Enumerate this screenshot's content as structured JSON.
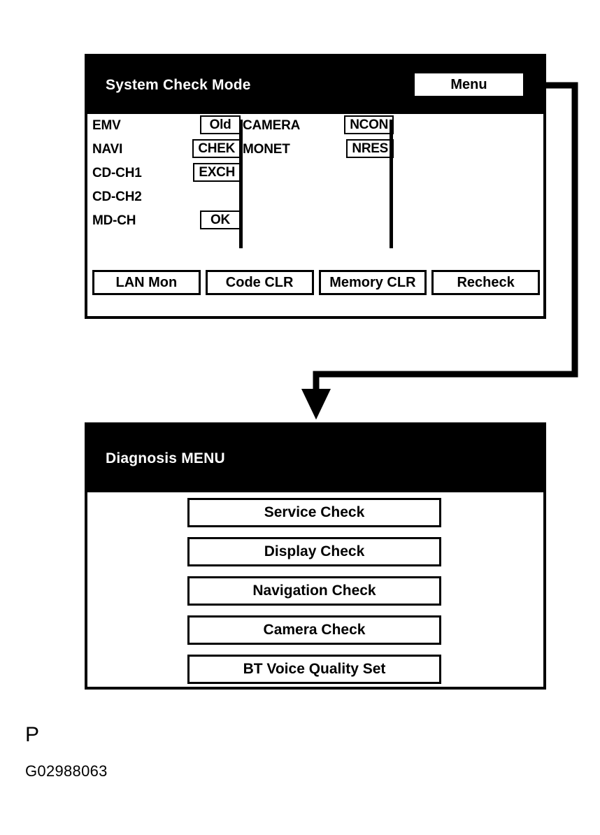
{
  "system_check": {
    "title": "System Check Mode",
    "menu_button_label": "Menu",
    "columns": [
      {
        "name": "left",
        "rows": [
          {
            "label": "EMV",
            "status": "Old"
          },
          {
            "label": "NAVI",
            "status": "CHEK"
          },
          {
            "label": "CD-CH1",
            "status": "EXCH"
          },
          {
            "label": "CD-CH2",
            "status": ""
          },
          {
            "label": "MD-CH",
            "status": "OK"
          }
        ]
      },
      {
        "name": "right",
        "rows": [
          {
            "label": "CAMERA",
            "status": "NCON"
          },
          {
            "label": "MONET",
            "status": "NRES"
          },
          {
            "label": "",
            "status": ""
          },
          {
            "label": "",
            "status": ""
          },
          {
            "label": "",
            "status": ""
          }
        ]
      }
    ],
    "actions": [
      {
        "label": "LAN Mon"
      },
      {
        "label": "Code CLR"
      },
      {
        "label": "Memory CLR"
      },
      {
        "label": "Recheck"
      }
    ]
  },
  "diagnosis": {
    "title": "Diagnosis MENU",
    "items": [
      {
        "label": "Service Check"
      },
      {
        "label": "Display Check"
      },
      {
        "label": "Navigation Check"
      },
      {
        "label": "Camera Check"
      },
      {
        "label": "BT Voice Quality Set"
      }
    ]
  },
  "caption": {
    "marker": "P",
    "code": "G02988063"
  },
  "colors": {
    "header_background": "#000000",
    "header_text": "#ffffff",
    "body_background": "#ffffff",
    "outline": "#000000"
  }
}
